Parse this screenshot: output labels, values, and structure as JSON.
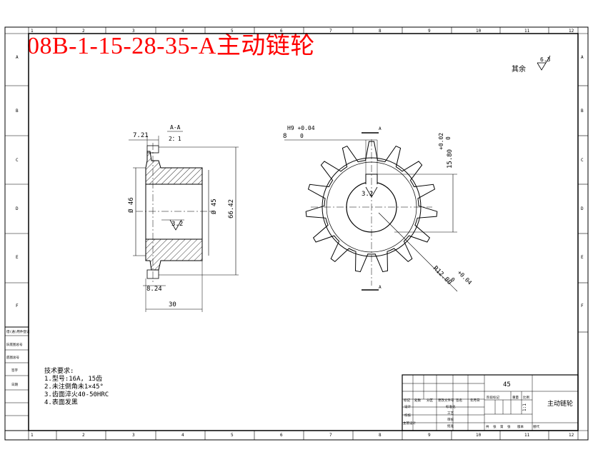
{
  "part_title": "08B-1-15-28-35-A主动链轮",
  "roughness": {
    "prefix": "其余",
    "value": "6.3"
  },
  "section_view": {
    "label": "A-A",
    "scale": "2：1",
    "dims": {
      "tooth_width": "7.21",
      "bore_dia": "Ø 46",
      "hub_dia": "Ø 45",
      "outer_dia": "66.42",
      "roughness": "3.2",
      "hub_offset": "8.24",
      "total_length": "30"
    }
  },
  "front_view": {
    "keyway_width": "8",
    "keyway_tol_upper": "H9 +0.04",
    "keyway_tol_lower": "0",
    "keyway_depth": "15.80",
    "keyway_depth_tol_upper": "+0.02",
    "keyway_depth_tol_lower": "0",
    "radius": "R12.80",
    "radius_tol_upper": "+0.04",
    "radius_tol_lower": "0",
    "roughness": "3.2",
    "section_mark": "A"
  },
  "tech_requirements": {
    "title": "技术要求:",
    "items": [
      "1.型号:16A, 15齿",
      "2.未注倒角未1×45°",
      "3.齿面淬火40-50HRC",
      "4.表面发黑"
    ]
  },
  "title_block": {
    "material": "45",
    "part_name": "主动链轮",
    "scale": "1:1",
    "headers": [
      "标记",
      "处数",
      "分区",
      "更改文件号",
      "签名",
      "年月日"
    ],
    "roles": [
      "设计",
      "校核",
      "主管设计"
    ],
    "cols2": [
      "标准化",
      "工艺",
      "审核",
      "批准"
    ],
    "stage": [
      "阶段标记",
      "重量",
      "比例"
    ],
    "sheets": [
      "共",
      "张",
      "第",
      "张"
    ],
    "version": "版本",
    "replace": "替代"
  },
  "left_sidebar": [
    "借(通)用件登记",
    "旧底图总号",
    "底图总号",
    "签字",
    "日期"
  ],
  "zone_numbers_h": [
    "1",
    "2",
    "3",
    "4",
    "5",
    "6",
    "7",
    "8",
    "9",
    "10",
    "11",
    "12"
  ],
  "zone_letters_v": [
    "A",
    "B",
    "C",
    "D",
    "E",
    "F"
  ]
}
